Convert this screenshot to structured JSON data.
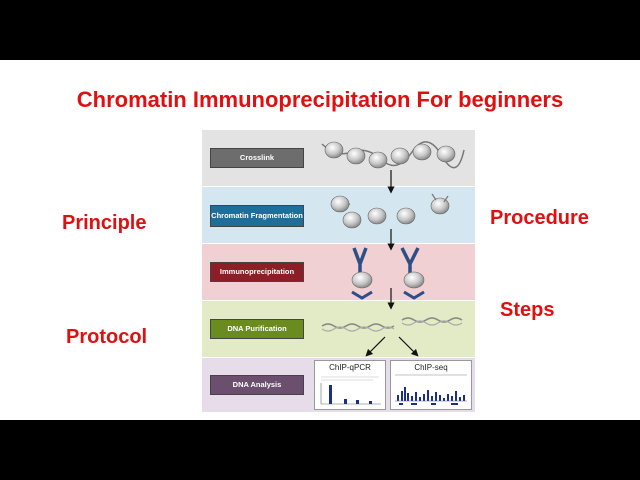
{
  "title": "Chromatin Immunoprecipitation For beginners",
  "side_labels": {
    "principle": "Principle",
    "protocol": "Protocol",
    "procedure": "Procedure",
    "steps": "Steps"
  },
  "diagram": {
    "steps": [
      {
        "label": "Crosslink",
        "box_color": "#6d6d6d",
        "band_color": "#e3e3e3"
      },
      {
        "label": "Chromatin Fragmentation",
        "box_color": "#1e6e9a",
        "band_color": "#d4e7f0"
      },
      {
        "label": "Immunoprecipitation",
        "box_color": "#8e1e26",
        "band_color": "#f0d0d2"
      },
      {
        "label": "DNA Purification",
        "box_color": "#6a8c1e",
        "band_color": "#e2ebc6"
      },
      {
        "label": "DNA Analysis",
        "box_color": "#6c4e6e",
        "band_color": "#e6dcea"
      }
    ],
    "panels": {
      "qpcr_title": "ChIP-qPCR",
      "seq_title": "ChIP-seq"
    }
  }
}
